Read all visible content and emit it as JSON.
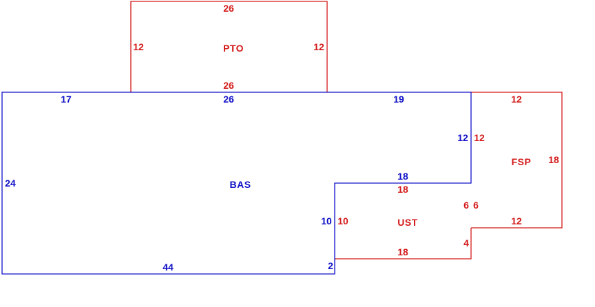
{
  "colors": {
    "main": "#1010c8",
    "addition": "#d41a1a",
    "background": "#ffffff"
  },
  "areas": {
    "pto": {
      "code": "PTO",
      "top": "26",
      "bottom": "26",
      "left": "12",
      "right": "12"
    },
    "bas": {
      "code": "BAS",
      "top_left": "17",
      "top_mid": "26",
      "top_right": "19",
      "left": "24",
      "right": "12",
      "bottom": "44",
      "notch_top": "18",
      "notch_left": "10",
      "notch_bottom": "2"
    },
    "ust": {
      "code": "UST",
      "top": "18",
      "left": "10",
      "right": "6",
      "right_lower": "4",
      "bottom": "18"
    },
    "fsp": {
      "code": "FSP",
      "top": "12",
      "left": "12",
      "left_lower": "6",
      "right": "18",
      "bottom": "12"
    }
  }
}
